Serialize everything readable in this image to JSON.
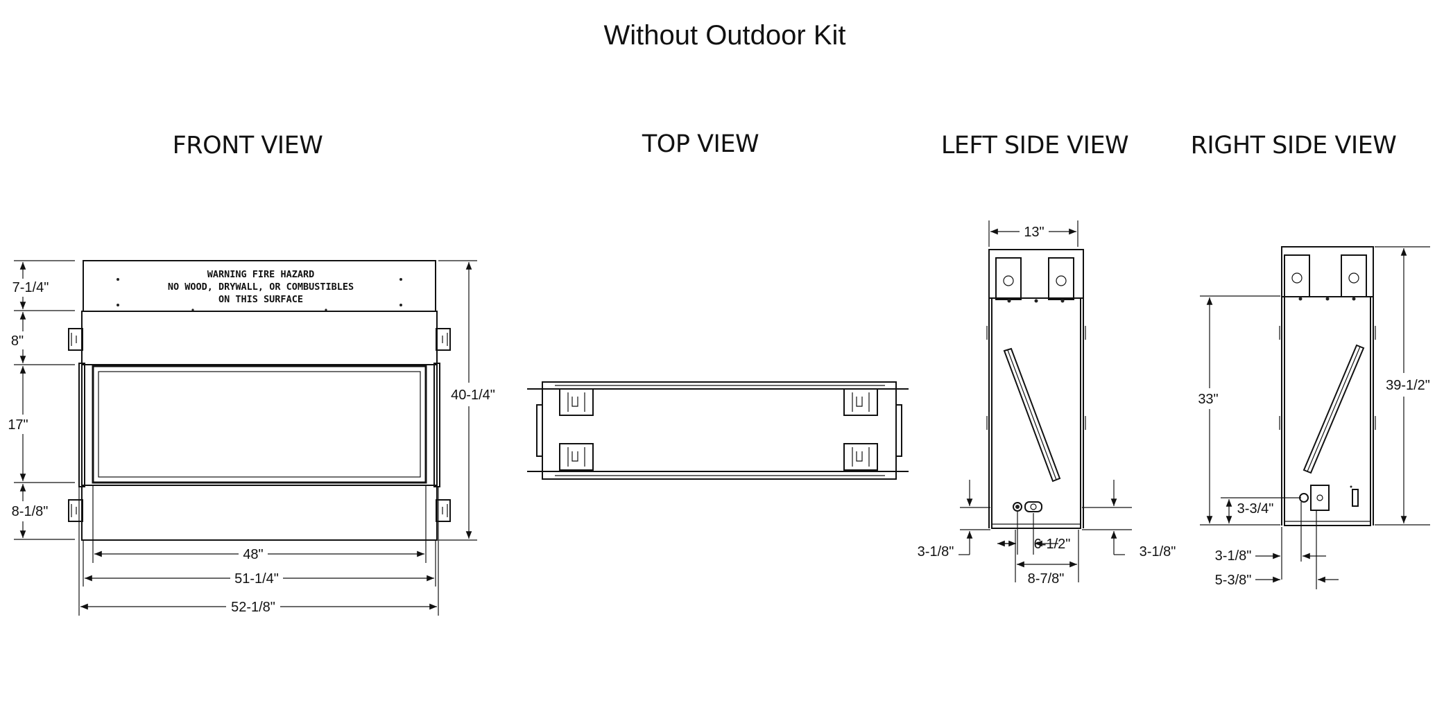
{
  "title": "Without Outdoor Kit",
  "views": {
    "front": {
      "heading": "FRONT VIEW",
      "warning": [
        "WARNING FIRE HAZARD",
        "NO WOOD, DRYWALL, OR COMBUSTIBLES",
        "ON THIS SURFACE"
      ],
      "dims": {
        "top_panel": "7-1/4\"",
        "upper": "8\"",
        "glass": "17\"",
        "lower": "8-1/8\"",
        "total_height": "40-1/4\"",
        "glass_width": "48\"",
        "inner_width": "51-1/4\"",
        "overall_width": "52-1/8\""
      }
    },
    "top": {
      "heading": "TOP VIEW"
    },
    "left": {
      "heading": "LEFT SIDE VIEW",
      "dims": {
        "depth": "13\"",
        "left_offset": "3-1/8\"",
        "right_offset": "3-1/8\"",
        "spacing": "6-1/2\"",
        "width": "8-7/8\""
      }
    },
    "right": {
      "heading": "RIGHT SIDE VIEW",
      "dims": {
        "body_height": "33\"",
        "total_height": "39-1/2\"",
        "conn_height": "3-3/4\"",
        "offset_a": "3-1/8\"",
        "offset_b": "5-3/8\""
      }
    }
  }
}
